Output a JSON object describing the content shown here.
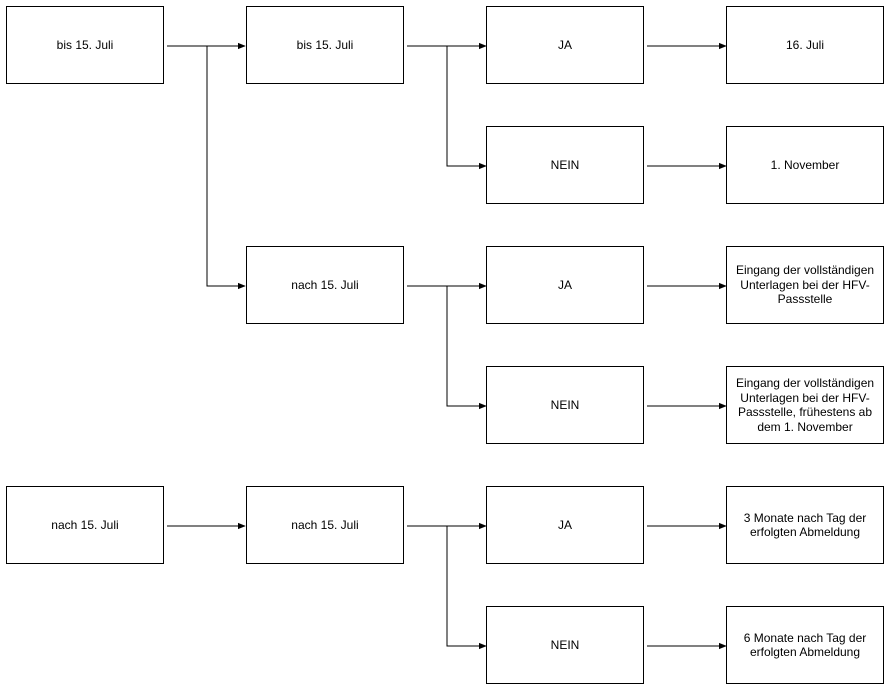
{
  "nodes": {
    "a1": "bis 15. Juli",
    "b1": "bis 15. Juli",
    "c1": "JA",
    "d1": "16. Juli",
    "c2": "NEIN",
    "d2": "1. November",
    "b2": "nach 15. Juli",
    "c3": "JA",
    "d3": "Eingang der vollständigen Unterlagen bei der HFV-Passstelle",
    "c4": "NEIN",
    "d4": "Eingang der vollständigen Unterlagen bei der HFV-Passstelle, frühestens ab dem 1. November",
    "a2": "nach 15. Juli",
    "b3": "nach 15. Juli",
    "c5": "JA",
    "d5": "3 Monate nach Tag der erfolgten Abmeldung",
    "c6": "NEIN",
    "d6": "6 Monate nach Tag der erfolgten Abmeldung"
  }
}
